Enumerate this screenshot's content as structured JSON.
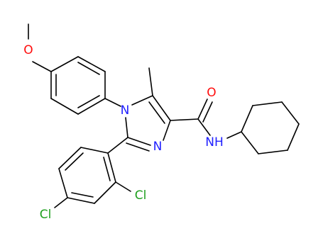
{
  "atom_labels": {
    "methoxy_o": "O",
    "n1": "N",
    "n3": "N",
    "carbonyl_o": "O",
    "amide_nh": "NH",
    "cl_ortho": "Cl",
    "cl_para": "Cl"
  },
  "colors": {
    "carbon": "#000000",
    "nitrogen": "#2020ff",
    "oxygen": "#ff0d0d",
    "chlorine": "#1fa01f"
  }
}
